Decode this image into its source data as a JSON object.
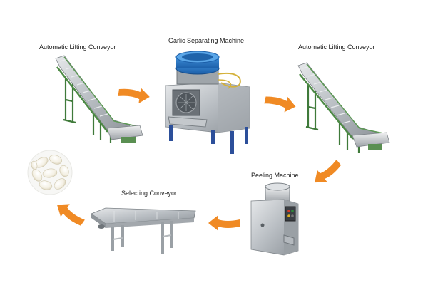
{
  "diagram": {
    "steps": [
      {
        "id": "lifting-1",
        "label": "Automatic Lifting Conveyor"
      },
      {
        "id": "separating",
        "label": "Garlic Separating Machine"
      },
      {
        "id": "lifting-2",
        "label": "Automatic Lifting Conveyor"
      },
      {
        "id": "peeling",
        "label": "Peeling Machine"
      },
      {
        "id": "selecting",
        "label": "Selecting Conveyor"
      },
      {
        "id": "output",
        "label": ""
      }
    ],
    "arrow_color": "#f08a24",
    "arrow_icon": "orange-flow-arrow"
  }
}
